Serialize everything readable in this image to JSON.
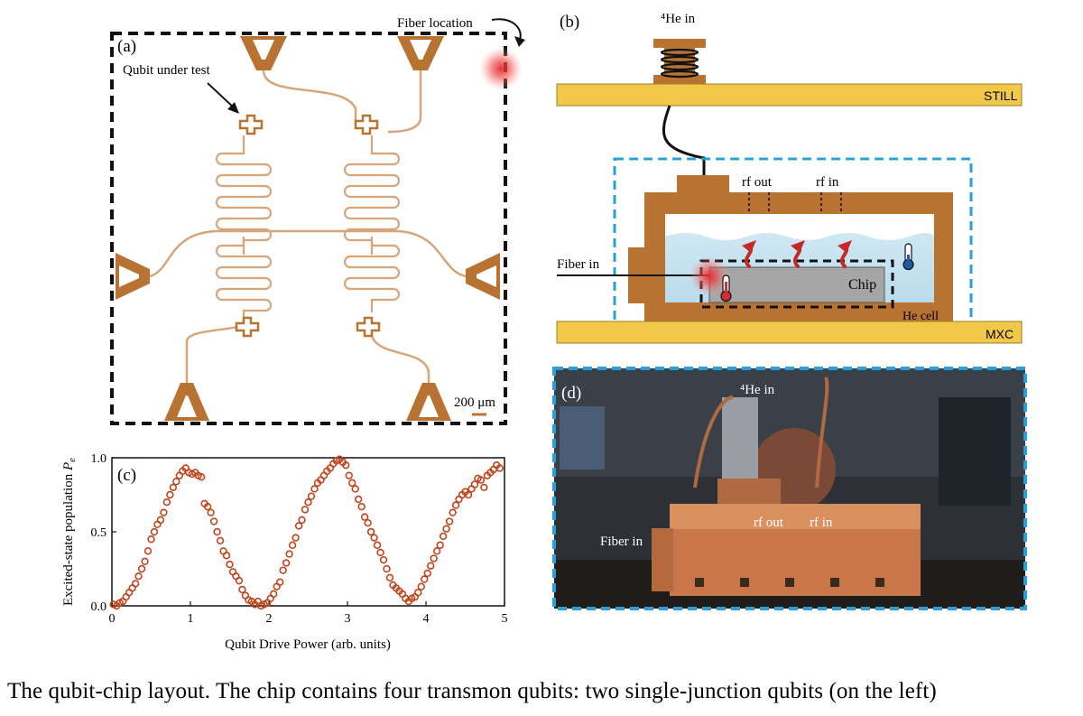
{
  "panels": {
    "a": {
      "label": "(a)",
      "fiber_location": "Fiber location",
      "qubit_under_test": "Qubit under test",
      "scale_bar": "200 μm"
    },
    "b": {
      "label": "(b)",
      "he_in": "⁴He in",
      "still": "STILL",
      "mxc": "MXC",
      "rf_out": "rf out",
      "rf_in": "rf in",
      "fiber_in": "Fiber in",
      "chip": "Chip",
      "he_cell": "He cell"
    },
    "c": {
      "label": "(c)"
    },
    "d": {
      "label": "(d)",
      "he_in": "⁴He in",
      "rf_out": "rf out",
      "rf_in": "rf in",
      "fiber_in": "Fiber in"
    }
  },
  "colors": {
    "copper": "#b87333",
    "still_plate": "#f2c84b",
    "dashed_blue": "#2b9fd9",
    "helium": "#c6e3f0",
    "chip": "#a6a6a6",
    "data_points": "#c0441c",
    "fiber_spot": "#e02020"
  },
  "chart_data": {
    "type": "scatter",
    "title": "",
    "xlabel": "Qubit Drive Power (arb. units)",
    "ylabel": "Excited-state population P_e",
    "ylabel_main": "Excited-state population ",
    "ylabel_sym": "P",
    "ylabel_sub": "e",
    "xlim": [
      0,
      5
    ],
    "ylim": [
      0,
      1
    ],
    "xticks": [
      "0",
      "1",
      "2",
      "3",
      "4",
      "5"
    ],
    "yticks": [
      "0.0",
      "0.5",
      "1.0"
    ],
    "grid": false,
    "series": [
      {
        "x": [
          0.02,
          0.06,
          0.1,
          0.14,
          0.18,
          0.22,
          0.26,
          0.3,
          0.34,
          0.38,
          0.42,
          0.46,
          0.5,
          0.54,
          0.58,
          0.62,
          0.66,
          0.7,
          0.74,
          0.78,
          0.82,
          0.86,
          0.9,
          0.94,
          0.98,
          1.02,
          1.06,
          1.1,
          1.14,
          1.18,
          1.22,
          1.26,
          1.3,
          1.34,
          1.38,
          1.42,
          1.46,
          1.5,
          1.54,
          1.58,
          1.62,
          1.66,
          1.7,
          1.74,
          1.78,
          1.82,
          1.86,
          1.9,
          1.94,
          1.98,
          2.02,
          2.06,
          2.1,
          2.14,
          2.18,
          2.22,
          2.26,
          2.3,
          2.34,
          2.38,
          2.42,
          2.46,
          2.5,
          2.54,
          2.58,
          2.62,
          2.66,
          2.7,
          2.74,
          2.78,
          2.82,
          2.86,
          2.9,
          2.94,
          2.98,
          3.02,
          3.06,
          3.1,
          3.14,
          3.18,
          3.22,
          3.26,
          3.3,
          3.34,
          3.38,
          3.42,
          3.46,
          3.5,
          3.54,
          3.58,
          3.62,
          3.66,
          3.7,
          3.74,
          3.78,
          3.82,
          3.86,
          3.9,
          3.94,
          3.98,
          4.02,
          4.06,
          4.1,
          4.14,
          4.18,
          4.22,
          4.26,
          4.3,
          4.34,
          4.38,
          4.42,
          4.46,
          4.5,
          4.54,
          4.58,
          4.62,
          4.66,
          4.7,
          4.74,
          4.78,
          4.82,
          4.86,
          4.9,
          4.94
        ],
        "y": [
          0.01,
          0.0,
          0.02,
          0.03,
          0.06,
          0.09,
          0.12,
          0.15,
          0.2,
          0.25,
          0.3,
          0.37,
          0.45,
          0.5,
          0.55,
          0.58,
          0.63,
          0.7,
          0.75,
          0.8,
          0.84,
          0.88,
          0.91,
          0.93,
          0.9,
          0.89,
          0.9,
          0.88,
          0.87,
          0.69,
          0.67,
          0.63,
          0.57,
          0.5,
          0.44,
          0.37,
          0.34,
          0.28,
          0.23,
          0.2,
          0.17,
          0.11,
          0.07,
          0.04,
          0.03,
          0.01,
          0.03,
          0.0,
          0.01,
          0.02,
          0.05,
          0.08,
          0.13,
          0.16,
          0.24,
          0.29,
          0.35,
          0.41,
          0.46,
          0.54,
          0.58,
          0.65,
          0.7,
          0.74,
          0.79,
          0.83,
          0.85,
          0.88,
          0.91,
          0.93,
          0.96,
          0.98,
          0.99,
          0.97,
          0.95,
          0.88,
          0.83,
          0.79,
          0.72,
          0.67,
          0.6,
          0.56,
          0.5,
          0.46,
          0.41,
          0.36,
          0.31,
          0.25,
          0.19,
          0.14,
          0.12,
          0.1,
          0.08,
          0.05,
          0.03,
          0.05,
          0.06,
          0.09,
          0.13,
          0.18,
          0.22,
          0.27,
          0.32,
          0.37,
          0.41,
          0.47,
          0.52,
          0.57,
          0.63,
          0.68,
          0.72,
          0.75,
          0.77,
          0.75,
          0.79,
          0.82,
          0.86,
          0.85,
          0.8,
          0.88,
          0.9,
          0.92,
          0.95,
          0.93
        ]
      }
    ]
  },
  "caption": "The qubit-chip layout. The chip contains four transmon qubits: two single-junction qubits (on the left)"
}
